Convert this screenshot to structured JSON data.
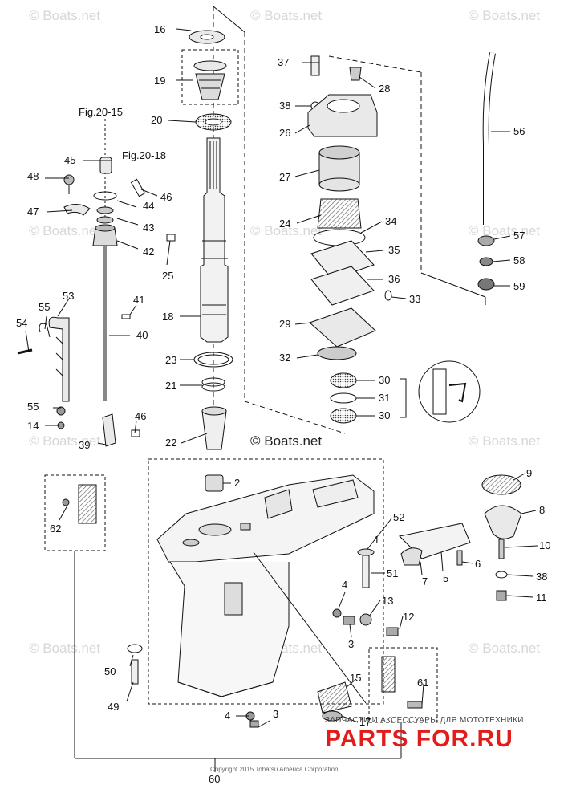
{
  "watermarks": {
    "text": "© Boats.net",
    "center_text": "© Boats.net"
  },
  "callouts": [
    "16",
    "19",
    "20",
    "45",
    "48",
    "46",
    "47",
    "44",
    "43",
    "42",
    "25",
    "18",
    "53",
    "55",
    "54",
    "41",
    "40",
    "55",
    "14",
    "46",
    "39",
    "23",
    "21",
    "22",
    "2",
    "37",
    "28",
    "38",
    "26",
    "27",
    "24",
    "34",
    "35",
    "36",
    "33",
    "29",
    "32",
    "30",
    "31",
    "30",
    "56",
    "57",
    "58",
    "59",
    "9",
    "8",
    "10",
    "38",
    "11",
    "52",
    "51",
    "7",
    "5",
    "6",
    "4",
    "13",
    "3",
    "12",
    "62",
    "50",
    "49",
    "15",
    "61",
    "4",
    "3",
    "17",
    "1",
    "60"
  ],
  "refs": {
    "fig_20_15": "Fig.20-15",
    "fig_20_18": "Fig.20-18"
  },
  "logo": {
    "tagline": "ЗАПЧАСТИ И АКСЕССУАРЫ ДЛЯ МОТОТЕХНИКИ",
    "brand": "PARTS FOR.RU"
  },
  "copyright": "Copyright 2015 Tohatsu America Corporation",
  "colors": {
    "ink": "#111111",
    "watermark": "#d7d7d7",
    "brand_red": "#e21b1b",
    "part_fill": "#e9e9e9",
    "part_dark": "#6f6f6f"
  }
}
